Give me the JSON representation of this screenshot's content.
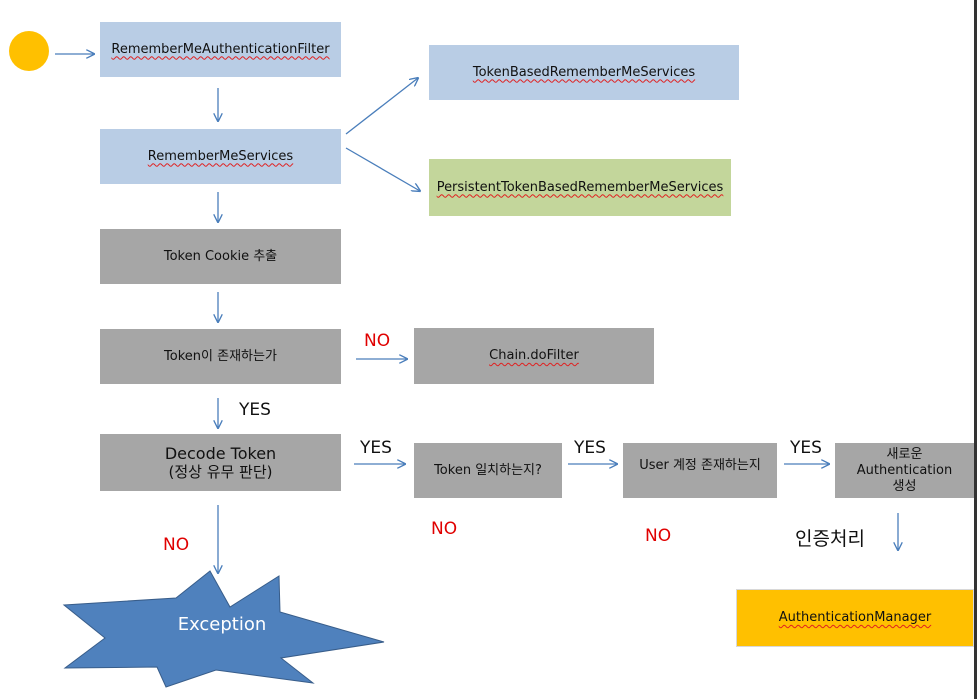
{
  "nodes": {
    "filter": "RememberMeAuthenticationFilter",
    "token_based": "TokenBasedRememberMeServices",
    "services": "RememberMeServices",
    "persistent": "PersistentTokenBasedRememberMeServices",
    "extract_cookie": "Token Cookie 추출",
    "token_exists": "Token이 존재하는가",
    "chain_dofilter": "Chain.doFilter",
    "decode_line1": "Decode Token",
    "decode_line2": "(정상 유무 판단)",
    "token_match": "Token 일치하는지?",
    "user_exists": "User 계정 존재하는지",
    "new_auth_line1": "새로운",
    "new_auth_line2": "Authentication",
    "new_auth_line3": "생성",
    "auth_manager": "AuthenticationManager",
    "exception": "Exception"
  },
  "labels": {
    "no_chain": "NO",
    "yes_decode": "YES",
    "yes_match": "YES",
    "yes_user": "YES",
    "yes_new": "YES",
    "no_exception": "NO",
    "no_match": "NO",
    "no_user": "NO",
    "auth_process": "인증처리"
  },
  "colors": {
    "blue_box": "#b9cde5",
    "green_box": "#c3d69b",
    "gray_box": "#a6a6a6",
    "gold_box": "#ffc000",
    "start_circle": "#ffc000",
    "starburst": "#4f81bd",
    "arrow": "#4a7ebb",
    "no_label": "#e00000"
  },
  "icons": {
    "start": "start-circle",
    "exception": "starburst-shape"
  }
}
